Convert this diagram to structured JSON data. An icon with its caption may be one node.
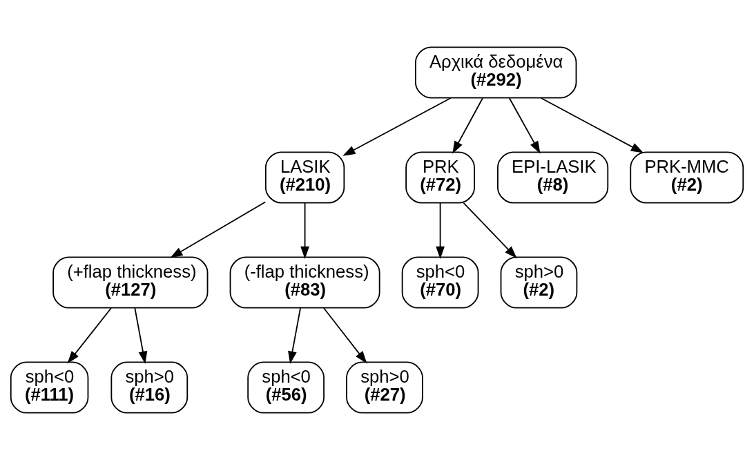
{
  "diagram": {
    "nodes": [
      {
        "text": [
          "Αρχικά δεδομένα",
          "(#292)"
        ]
      },
      {
        "text": [
          "LASIK",
          "(#210)"
        ]
      },
      {
        "text": [
          "PRK",
          "(#72)"
        ]
      },
      {
        "text": [
          "EPI-LASIK",
          "(#8)"
        ]
      },
      {
        "text": [
          "PRK-MMC",
          "(#2)"
        ]
      },
      {
        "text": [
          "(+flap thickness)",
          "(#127)"
        ]
      },
      {
        "text": [
          "(-flap thickness)",
          "(#83)"
        ]
      },
      {
        "text": [
          "sph<0",
          "(#111)"
        ]
      },
      {
        "text": [
          "sph>0",
          "(#16)"
        ]
      },
      {
        "text": [
          "sph<0",
          "(#56)"
        ]
      },
      {
        "text": [
          "sph>0",
          "(#27)"
        ]
      },
      {
        "text": [
          "sph<0",
          "(#70)"
        ]
      },
      {
        "text": [
          "sph>0",
          "(#2)"
        ]
      }
    ],
    "edges": [
      {
        "from": 0,
        "to": 1,
        "arrow": "to"
      },
      {
        "from": 0,
        "to": 2,
        "arrow": "to"
      },
      {
        "from": 0,
        "to": 3,
        "arrow": "to"
      },
      {
        "from": 0,
        "to": 4,
        "arrow": "to"
      },
      {
        "from": 1,
        "to": 5,
        "arrow": "to"
      },
      {
        "from": 1,
        "to": 6,
        "arrow": "to"
      },
      {
        "from": 5,
        "to": 7,
        "arrow": "to"
      },
      {
        "from": 5,
        "to": 8,
        "arrow": "to"
      },
      {
        "from": 6,
        "to": 9,
        "arrow": "to"
      },
      {
        "from": 6,
        "to": 10,
        "arrow": "to"
      },
      {
        "from": 2,
        "to": 11,
        "arrow": "to"
      },
      {
        "from": 2,
        "to": 12,
        "arrow": "to"
      }
    ]
  }
}
